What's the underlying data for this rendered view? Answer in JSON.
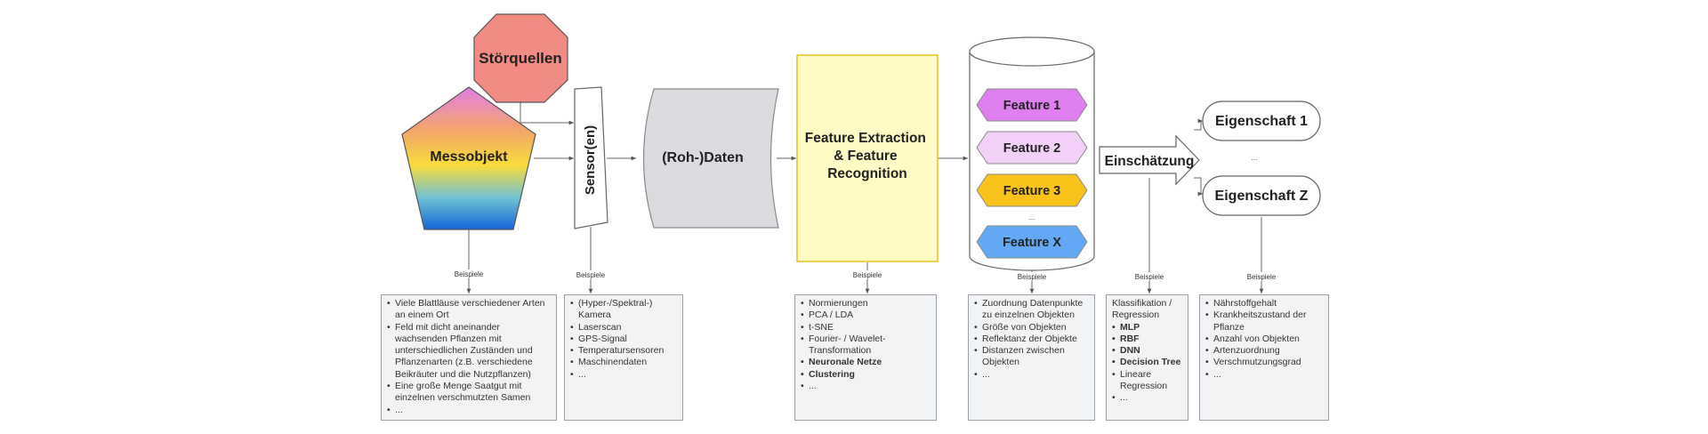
{
  "nodes": {
    "stoerquellen": "Störquellen",
    "messobjekt": "Messobjekt",
    "sensoren": "Sensor(en)",
    "rohdaten": "(Roh-)Daten",
    "feature_extraction": [
      "Feature Extraction",
      "& Feature",
      "Recognition"
    ],
    "features": [
      "Feature 1",
      "Feature 2",
      "Feature 3",
      "Feature X"
    ],
    "features_ellipsis": "...",
    "einschaetzung": "Einschätzung",
    "eigenschaft_1": "Eigenschaft 1",
    "eigenschaften_ellipsis": "...",
    "eigenschaft_z": "Eigenschaft Z"
  },
  "colors": {
    "stoerquellen": "#f28b82",
    "feature_1": "#e07ff0",
    "feature_2": "#f3d0f7",
    "feature_3": "#f9c31b",
    "feature_x": "#62a8f5",
    "feature_extraction": "#fffbc4",
    "rohdaten": "#d9dbde",
    "box_bg": "#f2f3f5"
  },
  "example_label": "Beispiele",
  "boxes": {
    "messobjekt": [
      "Viele Blattläuse verschiedener Arten an einem Ort",
      "Feld mit dicht aneinander wachsenden Pflanzen mit unterschiedlichen Zuständen und Pflanzenarten (z.B. verschiedene Beikräuter und die Nutzpflanzen)",
      "Eine große Menge Saatgut mit einzelnen verschmutzten Samen",
      "..."
    ],
    "sensoren": [
      "(Hyper-/Spektral-) Kamera",
      "Laserscan",
      "GPS-Signal",
      "Temperatursensoren",
      "Maschinendaten",
      "..."
    ],
    "feature_extraction": [
      "Normierungen",
      "PCA / LDA",
      "t-SNE",
      "Fourier- / Wavelet-Transformation",
      "Neuronale Netze",
      "Clustering",
      "..."
    ],
    "features": [
      "Zuordnung Datenpunkte zu einzelnen Objekten",
      "Größe von Objekten",
      "Reflektanz der Objekte",
      "Distanzen zwischen Objekten",
      "..."
    ],
    "einschaetzung_head": "Klassifikation / Regression",
    "einschaetzung": [
      "MLP",
      "RBF",
      "DNN",
      "Decision Tree",
      "Lineare Regression",
      "..."
    ],
    "eigenschaften": [
      "Nährstoffgehalt",
      "Krankheitszustand der Pflanze",
      "Anzahl von Objekten",
      "Artenzuordnung",
      "Verschmutzungsgrad",
      "..."
    ]
  }
}
